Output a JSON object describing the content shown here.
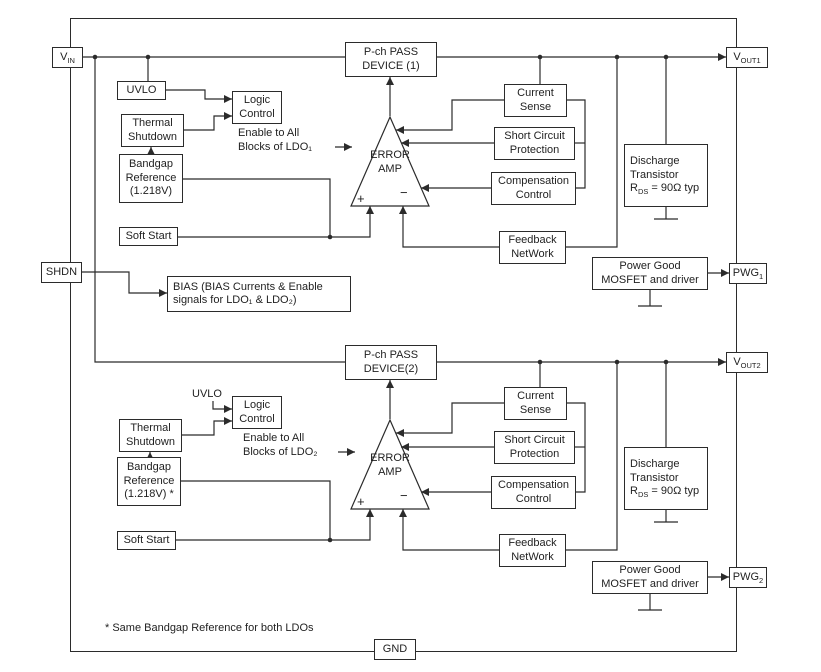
{
  "pins": {
    "vin": {
      "base": "V",
      "sub": "IN"
    },
    "shdn": "SHDN",
    "vout1": {
      "base": "V",
      "sub": "OUT1"
    },
    "pwg1": {
      "base": "PWG",
      "sub": "1"
    },
    "vout2": {
      "base": "V",
      "sub": "OUT2"
    },
    "pwg2": {
      "base": "PWG",
      "sub": "2"
    },
    "gnd": "GND"
  },
  "shared": {
    "bias": [
      "BIAS (BIAS Currents & Enable",
      "signals for LDO₁ & LDO₂)"
    ],
    "note": "* Same Bandgap Reference for both LDOs"
  },
  "ldo1": {
    "pass": [
      "P-ch PASS",
      "DEVICE (1)"
    ],
    "uvlo": "UVLO",
    "logic": [
      "Logic",
      "Control"
    ],
    "thermal": [
      "Thermal",
      "Shutdown"
    ],
    "bandgap": [
      "Bandgap",
      "Reference",
      "(1.218V)"
    ],
    "enable": [
      "Enable to All",
      "Blocks of LDO₁"
    ],
    "soft_start": "Soft Start",
    "amp": [
      "ERROR",
      "AMP"
    ],
    "plus": "+",
    "minus": "−",
    "current_sense": [
      "Current",
      "Sense"
    ],
    "short_circuit": [
      "Short Circuit",
      "Protection"
    ],
    "compensation": [
      "Compensation",
      "Control"
    ],
    "feedback": [
      "Feedback",
      "NetWork"
    ],
    "discharge": {
      "line1": "Discharge",
      "line2": "Transistor",
      "r_base": "R",
      "r_sub": "DS",
      "r_rest": " = 90Ω typ"
    },
    "power_good": [
      "Power Good",
      "MOSFET and driver"
    ]
  },
  "ldo2": {
    "pass": [
      "P-ch PASS",
      "DEVICE(2)"
    ],
    "uvlo": "UVLO",
    "logic": [
      "Logic",
      "Control"
    ],
    "thermal": [
      "Thermal",
      "Shutdown"
    ],
    "bandgap": [
      "Bandgap",
      "Reference",
      "(1.218V) *"
    ],
    "enable": [
      "Enable to All",
      "Blocks of LDO₂"
    ],
    "soft_start": "Soft Start",
    "amp": [
      "ERROR",
      "AMP"
    ],
    "plus": "+",
    "minus": "−",
    "current_sense": [
      "Current",
      "Sense"
    ],
    "short_circuit": [
      "Short Circuit",
      "Protection"
    ],
    "compensation": [
      "Compensation",
      "Control"
    ],
    "feedback": [
      "Feedback",
      "NetWork"
    ],
    "discharge": {
      "line1": "Discharge",
      "line2": "Transistor",
      "r_base": "R",
      "r_sub": "DS",
      "r_rest": " = 90Ω typ"
    },
    "power_good": [
      "Power Good",
      "MOSFET and driver"
    ]
  }
}
